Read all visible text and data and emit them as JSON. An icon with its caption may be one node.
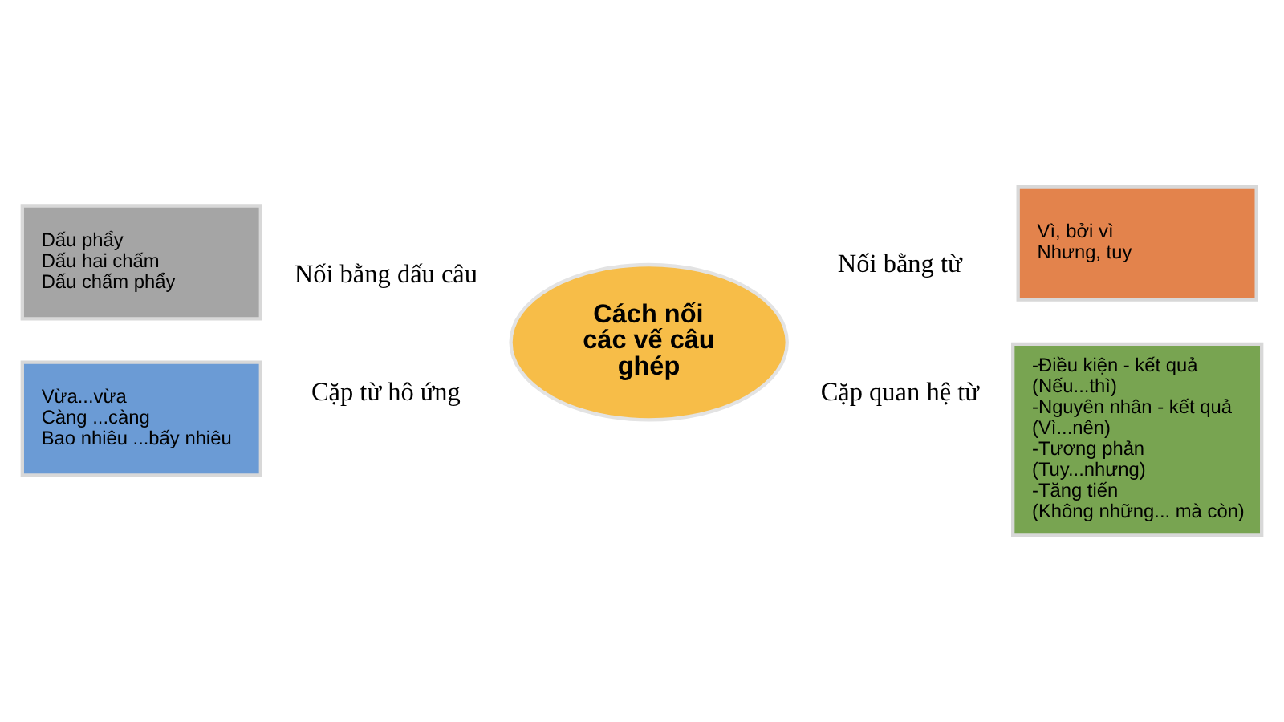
{
  "diagram": {
    "nodes": [
      {
        "text": [
          "Dấu phẩy",
          "Dấu hai chấm",
          "Dấu chấm phẩy"
        ]
      },
      {
        "text": [
          "Vì, bởi vì",
          "Nhưng, tuy"
        ]
      },
      {
        "text": [
          "Cách nối các vế câu ghép"
        ]
      },
      {
        "text": [
          "Vừa...vừa",
          "Càng ...càng",
          "Bao nhiêu ...bấy nhiêu"
        ]
      },
      {
        "text": [
          "-Điều kiện - kết quả",
          "(Nếu...thì)",
          "-Nguyên nhân - kết quả",
          "(Vì...nên)",
          "-Tương phản",
          "(Tuy...nhưng)",
          "-Tăng tiến",
          "(Không những... mà còn)"
        ]
      }
    ],
    "labels": [
      "Nối bằng dấu câu",
      "Nối bằng từ",
      "Cặp từ hô ứng",
      "Cặp quan hệ từ"
    ]
  }
}
